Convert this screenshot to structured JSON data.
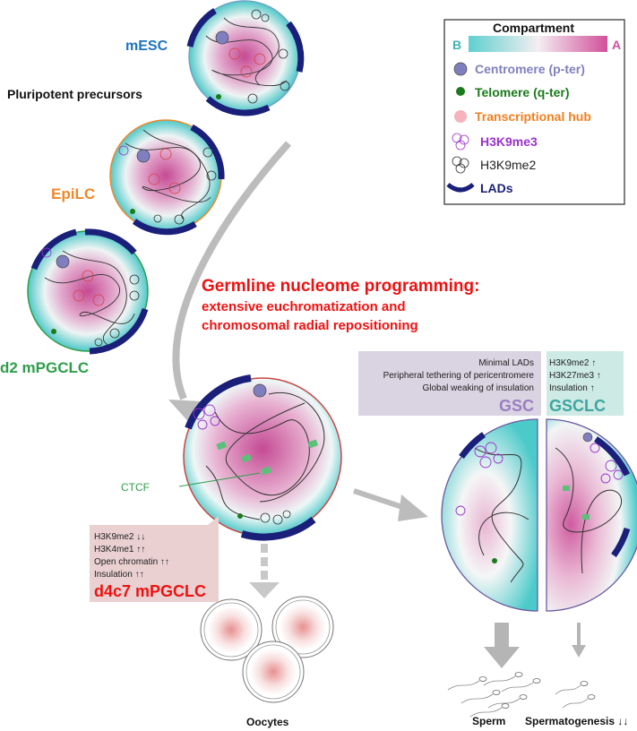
{
  "stages": {
    "mesc": "mESC",
    "pluripotent": "Pluripotent precursors",
    "epilc": "EpiLC",
    "d2": "d2 mPGCLC",
    "d4c7": "d4c7 mPGCLC",
    "gsc": "GSC",
    "gsclc": "GSCLC"
  },
  "legend": {
    "title": "Compartment",
    "b_label": "B",
    "a_label": "A",
    "items": [
      {
        "label": "Centromere (p-ter)",
        "color": "#7f7fbf"
      },
      {
        "label": "Telomere (q-ter)",
        "color": "#1b7a1b"
      },
      {
        "label": "Transcriptional hub",
        "color": "#f07f1e"
      },
      {
        "label": "H3K9me3",
        "color": "#9932cc"
      },
      {
        "label": "H3K9me2",
        "color": "#222222"
      },
      {
        "label": "LADs",
        "color": "#1a1f7a"
      }
    ]
  },
  "programming": {
    "line1": "Germline nucleome programming:",
    "line2": "extensive euchromatization and",
    "line3": "chromosomal radial repositioning"
  },
  "ctcf": "CTCF",
  "d4c7_box": {
    "lines": [
      "H3K9me2 ↓↓",
      "H3K4me1 ↑↑",
      "Open chromatin ↑↑",
      "Insulation ↑↑"
    ]
  },
  "gsc_box": {
    "lines": [
      "Minimal LADs",
      "Peripheral tethering of pericentromere",
      "Global weaking of insulation"
    ]
  },
  "gsclc_box": {
    "lines": [
      "H3K9me2 ↑",
      "H3K27me3 ↑",
      "Insulation ↑"
    ]
  },
  "outcomes": {
    "oocytes": "Oocytes",
    "sperm": "Sperm",
    "spermatogenesis": "Spermatogenesis ↓↓"
  },
  "colors": {
    "compartment_b": "#5fd0d0",
    "compartment_a": "#d0509a",
    "lad": "#1a1f7a",
    "title_red": "#ee1111",
    "mesc_blue": "#1e73be",
    "epilc_orange": "#f0882a",
    "d2_green": "#2e9e4a"
  }
}
